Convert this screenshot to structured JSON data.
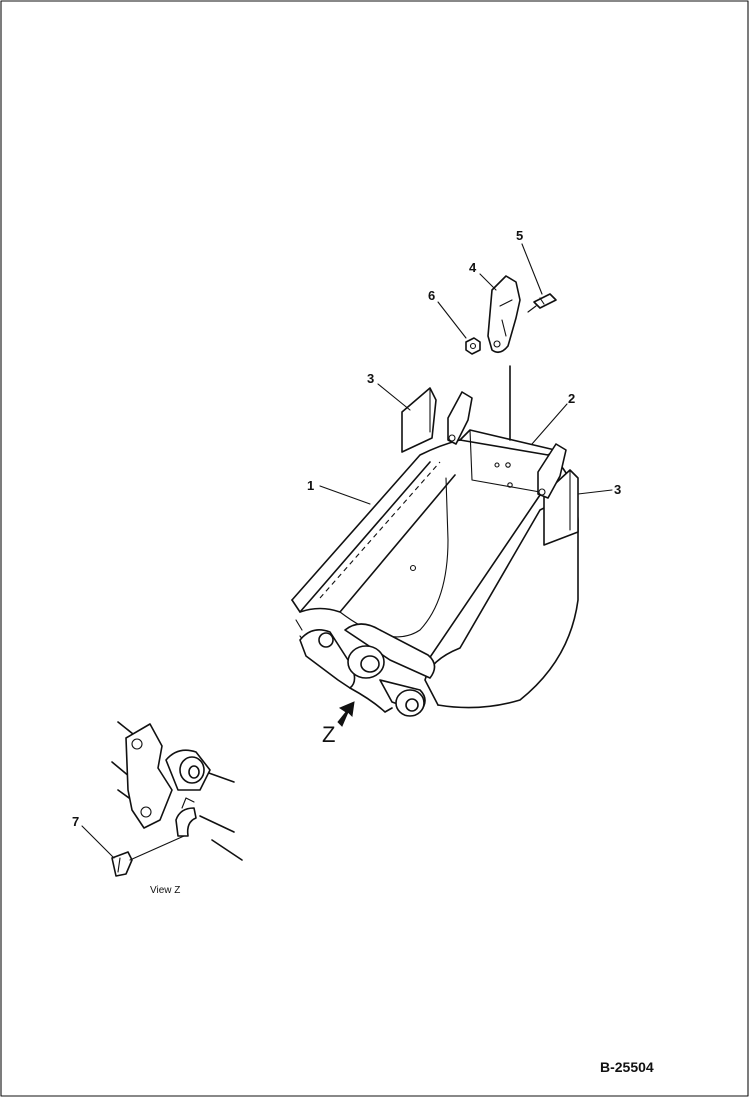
{
  "drawing": {
    "number": "B-25504",
    "view_caption": "View Z",
    "view_letter": "Z"
  },
  "callouts": [
    "1",
    "2",
    "3",
    "3",
    "4",
    "5",
    "6",
    "7"
  ]
}
